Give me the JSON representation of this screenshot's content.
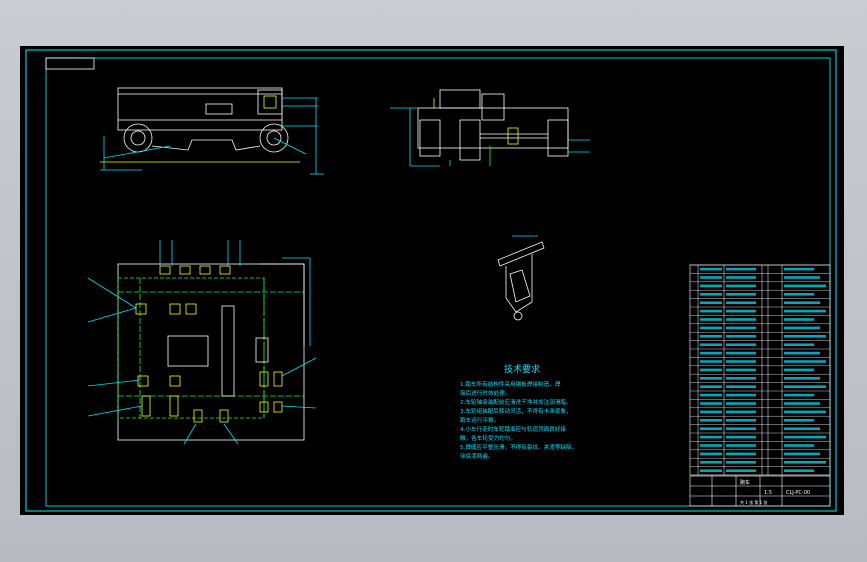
{
  "drawing": {
    "frame_color": "#00c8d8",
    "line_color": "#ffffff",
    "accent_yellow": "#ffff00",
    "accent_green": "#00ff40",
    "accent_cyan": "#00e0ff",
    "background": "#000000"
  },
  "technical_notes": {
    "title": "技术要求",
    "lines": [
      "1.跑车所有结构件采用钢板焊接制造，焊",
      "接后进行时效处理。",
      "2.车轮轴承装配前应清洗干净并加注润滑脂。",
      "3.车轮组装配后转动灵活，不得有卡滞现象，",
      "跑车运行平稳。",
      "4.小车行走时车轮踏面应与轨道顶面良好接",
      "触，各车轮受力均匀。",
      "5.焊缝应平整光滑，不得有裂纹、夹渣等缺陷，",
      "涂底漆两遍。"
    ]
  },
  "title_block": {
    "drawing_name": "跑车",
    "scale": "1:5",
    "drawing_code": "CLJ-PC-00",
    "sheet": "共 1 张 第 1 张"
  },
  "parts_list_rows": 25
}
